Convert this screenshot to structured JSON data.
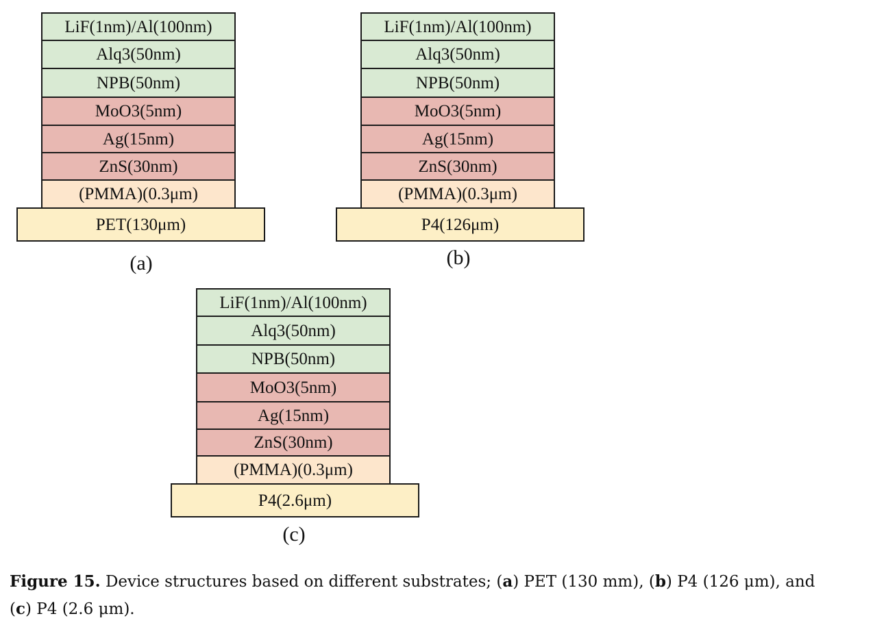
{
  "panels": [
    {
      "id": "a",
      "label": "(a)",
      "layers": [
        {
          "text": "LiF(1nm)/Al(100nm)",
          "color": "#d9ead3"
        },
        {
          "text": "Alq3(50nm)",
          "color": "#d9ead3"
        },
        {
          "text": "NPB(50nm)",
          "color": "#d9ead3"
        },
        {
          "text": "MoO3(5nm)",
          "color": "#e8b8b2"
        },
        {
          "text": "Ag(15nm)",
          "color": "#e8b8b2"
        },
        {
          "text": "ZnS(30nm)",
          "color": "#e8b8b2"
        },
        {
          "text": "(PMMA)(0.3μm)",
          "color": "#fde6cc"
        }
      ],
      "substrate": {
        "text": "PET(130μm)",
        "color": "#fdefc6"
      }
    },
    {
      "id": "b",
      "label": "(b)",
      "layers": [
        {
          "text": "LiF(1nm)/Al(100nm)",
          "color": "#d9ead3"
        },
        {
          "text": "Alq3(50nm)",
          "color": "#d9ead3"
        },
        {
          "text": "NPB(50nm)",
          "color": "#d9ead3"
        },
        {
          "text": "MoO3(5nm)",
          "color": "#e8b8b2"
        },
        {
          "text": "Ag(15nm)",
          "color": "#e8b8b2"
        },
        {
          "text": "ZnS(30nm)",
          "color": "#e8b8b2"
        },
        {
          "text": "(PMMA)(0.3μm)",
          "color": "#fde6cc"
        }
      ],
      "substrate": {
        "text": "P4(126μm)",
        "color": "#fdefc6"
      }
    },
    {
      "id": "c",
      "label": "(c)",
      "layers": [
        {
          "text": "LiF(1nm)/Al(100nm)",
          "color": "#d9ead3"
        },
        {
          "text": "Alq3(50nm)",
          "color": "#d9ead3"
        },
        {
          "text": "NPB(50nm)",
          "color": "#d9ead3"
        },
        {
          "text": "MoO3(5nm)",
          "color": "#e8b8b2"
        },
        {
          "text": "Ag(15nm)",
          "color": "#e8b8b2"
        },
        {
          "text": "ZnS(30nm)",
          "color": "#e8b8b2"
        },
        {
          "text": "(PMMA)(0.3μm)",
          "color": "#fde6cc"
        }
      ],
      "substrate": {
        "text": "P4(2.6μm)",
        "color": "#fdefc6"
      }
    }
  ],
  "caption": {
    "figure_label": "Figure 15.",
    "intro": " Device structures based on different substrates; (",
    "a_letter": "a",
    "a_text": ") PET (130 mm), (",
    "b_letter": "b",
    "b_text": ") P4 (126 μm), and",
    "c_open": "(",
    "c_letter": "c",
    "c_text": ") P4 (2.6 μm)."
  }
}
